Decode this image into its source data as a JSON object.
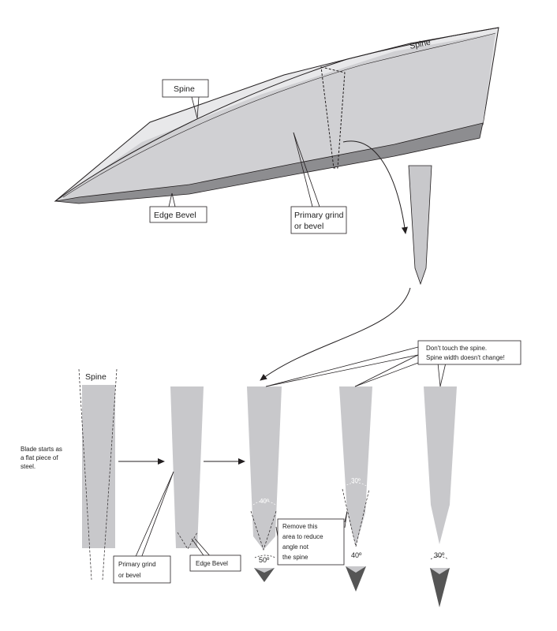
{
  "labels": {
    "spine_top": "Spine",
    "spine_callout": "Spine",
    "edge_bevel_top": "Edge Bevel",
    "primary_grind_top_1": "Primary grind",
    "primary_grind_top_2": "or bevel",
    "spine_bottom": "Spine",
    "blade_starts_1": "Blade starts as",
    "blade_starts_2": "a flat piece of",
    "blade_starts_3": "steel.",
    "primary_grind_bottom_1": "Primary grind",
    "primary_grind_bottom_2": "or bevel",
    "edge_bevel_bottom": "Edge Bevel",
    "remove_1": "Remove this",
    "remove_2": "area to reduce",
    "remove_3": "angle  not",
    "remove_4": "the spine",
    "dont_touch_1": "Don't touch the spine.",
    "dont_touch_2": "Spine width doesn't change!"
  },
  "angles": {
    "a40_s3": "40º",
    "a50": "50º",
    "a30_s4": "30º",
    "a40_s4": "40º",
    "a30_s5": "30º"
  },
  "colors": {
    "steel": "#c8c8cb",
    "bevel": "#8d8d90",
    "outline": "#231f20",
    "edge_dark": "#3a3a3a"
  }
}
